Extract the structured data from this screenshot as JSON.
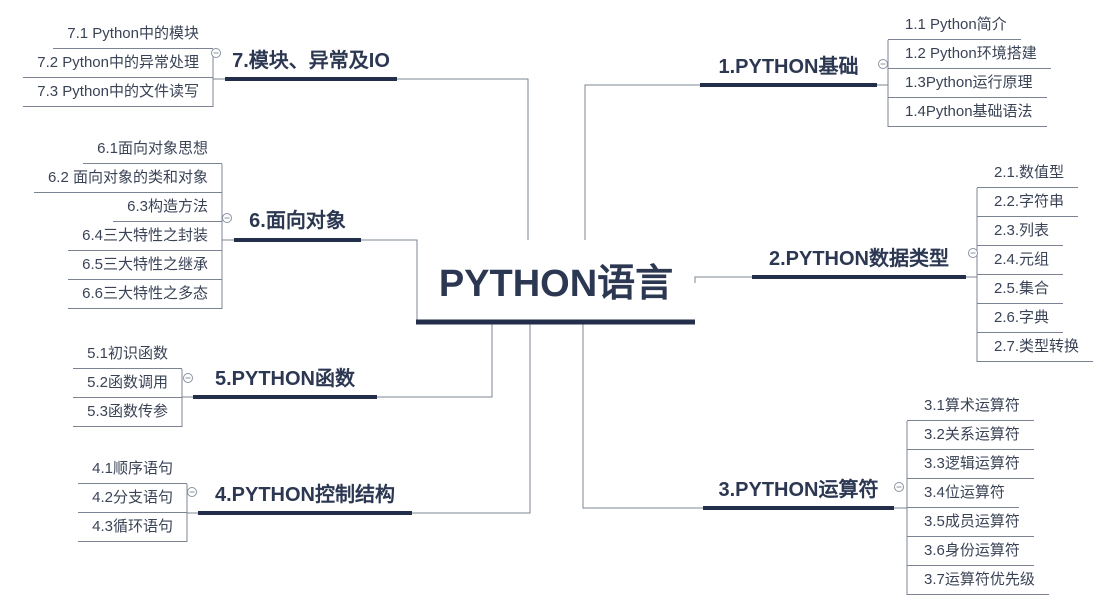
{
  "root": {
    "label": "PYTHON语言"
  },
  "branches": [
    {
      "label": "1.PYTHON基础",
      "children": [
        "1.1 Python简介",
        "1.2 Python环境搭建",
        "1.3Python运行原理",
        "1.4Python基础语法"
      ]
    },
    {
      "label": "2.PYTHON数据类型",
      "children": [
        "2.1.数值型",
        "2.2.字符串",
        "2.3.列表",
        "2.4.元组",
        "2.5.集合",
        "2.6.字典",
        "2.7.类型转换"
      ]
    },
    {
      "label": "3.PYTHON运算符",
      "children": [
        "3.1算术运算符",
        "3.2关系运算符",
        "3.3逻辑运算符",
        "3.4位运算符",
        "3.5成员运算符",
        "3.6身份运算符",
        "3.7运算符优先级"
      ]
    },
    {
      "label": "4.PYTHON控制结构",
      "children": [
        "4.1顺序语句",
        "4.2分支语句",
        "4.3循环语句"
      ]
    },
    {
      "label": "5.PYTHON函数",
      "children": [
        "5.1初识函数",
        "5.2函数调用",
        "5.3函数传参"
      ]
    },
    {
      "label": "6.面向对象",
      "children": [
        "6.1面向对象思想",
        "6.2 面向对象的类和对象",
        "6.3构造方法",
        "6.4三大特性之封装",
        "6.5三大特性之继承",
        "6.6三大特性之多态"
      ]
    },
    {
      "label": "7.模块、异常及IO",
      "children": [
        "7.1 Python中的模块",
        "7.2 Python中的异常处理",
        "7.3 Python中的文件读写"
      ]
    }
  ],
  "icons": {
    "collapse": "minus-circle"
  },
  "colors": {
    "branch_line": "#232e4b",
    "connector_line": "#7c8493",
    "topic_text": "#2c3752",
    "child_text": "#3a4356",
    "background": "#ffffff"
  }
}
